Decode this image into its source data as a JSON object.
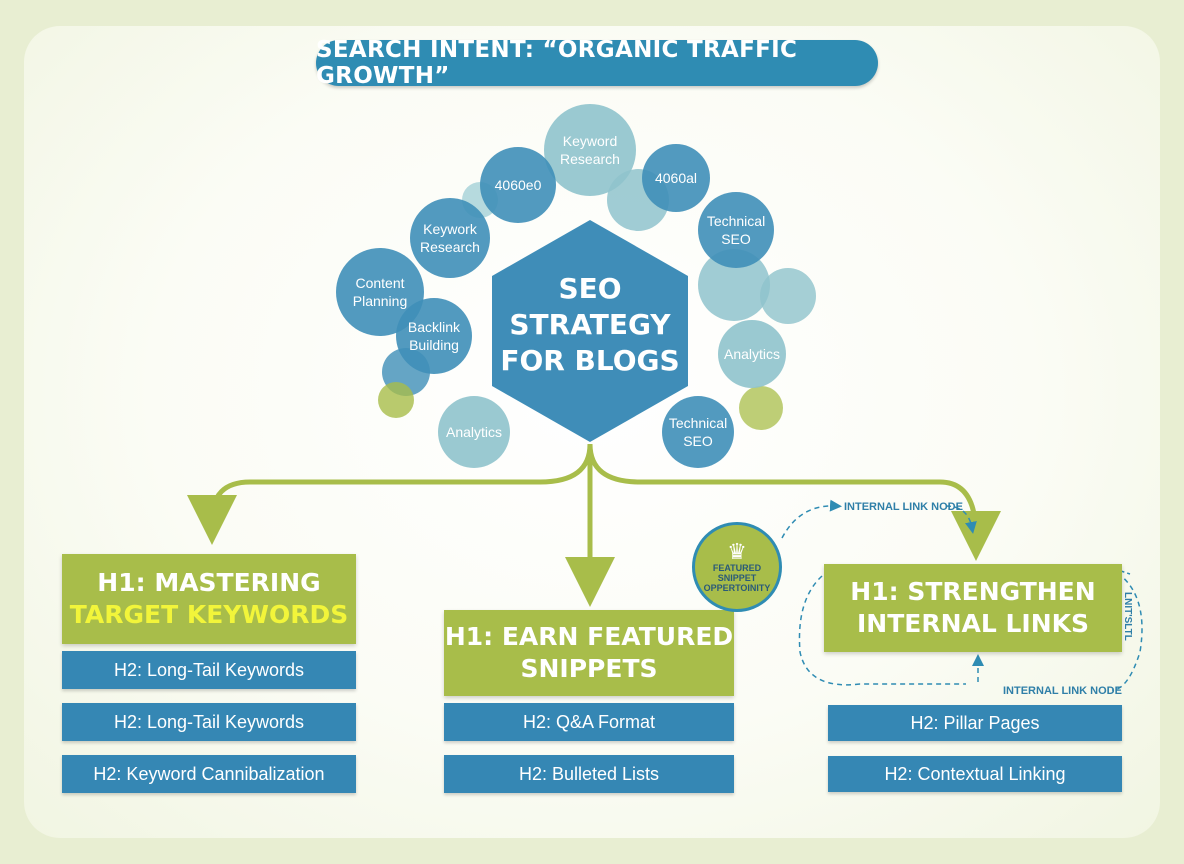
{
  "title": "SEARCH INTENT: “ORGANIC TRAFFIC GROWTH”",
  "hub": {
    "lines": [
      "SEO",
      "STRATEGY",
      "FOR BLOGS"
    ]
  },
  "bubbles": [
    {
      "lines": [
        "Keyword",
        "Research"
      ]
    },
    {
      "lines": [
        "4060e0"
      ]
    },
    {
      "lines": [
        "4060al"
      ]
    },
    {
      "lines": [
        "Technical",
        "SEO"
      ]
    },
    {
      "lines": [
        "Keywork",
        "Research"
      ]
    },
    {
      "lines": [
        "Content",
        "Planning"
      ]
    },
    {
      "lines": [
        "Backlink",
        "Building"
      ]
    },
    {
      "lines": [
        "Analytics"
      ]
    },
    {
      "lines": [
        "Analytics"
      ]
    },
    {
      "lines": [
        "Technical",
        "SEO"
      ]
    }
  ],
  "branches": [
    {
      "h1_line1": "H1: MASTERING",
      "h1_line2": "TARGET KEYWORDS",
      "h2": [
        "H2: Long-Tail Keywords",
        "H2: Long-Tail Keywords",
        "H2: Keyword Cannibalization"
      ]
    },
    {
      "h1_line1": "H1: EARN FEATURED",
      "h1_line2": "SNIPPETS",
      "h2": [
        "H2: Q&A Format",
        "H2: Bulleted Lists"
      ]
    },
    {
      "h1_line1": "H1: STRENGTHEN",
      "h1_line2": "INTERNAL LINKS",
      "h2": [
        "H2: Pillar Pages",
        "H2: Contextual Linking"
      ]
    }
  ],
  "badge": {
    "crown": "♛",
    "line1": "FEATURED",
    "line2": "SNIPPET",
    "line3": "OPPERTOINITY"
  },
  "internal_link_label_top": "INTERNAL LINK NODE",
  "internal_link_label_bottom": "INTERNAL LINK NODE",
  "internal_link_vertical": "LNIT'SLTL",
  "colors": {
    "blue": "#2f8cb3",
    "green": "#a8bd4a",
    "bubble_blue": "#3f8fb8",
    "bubble_teal": "#8fc3cc",
    "yellow": "#f2f53a"
  }
}
